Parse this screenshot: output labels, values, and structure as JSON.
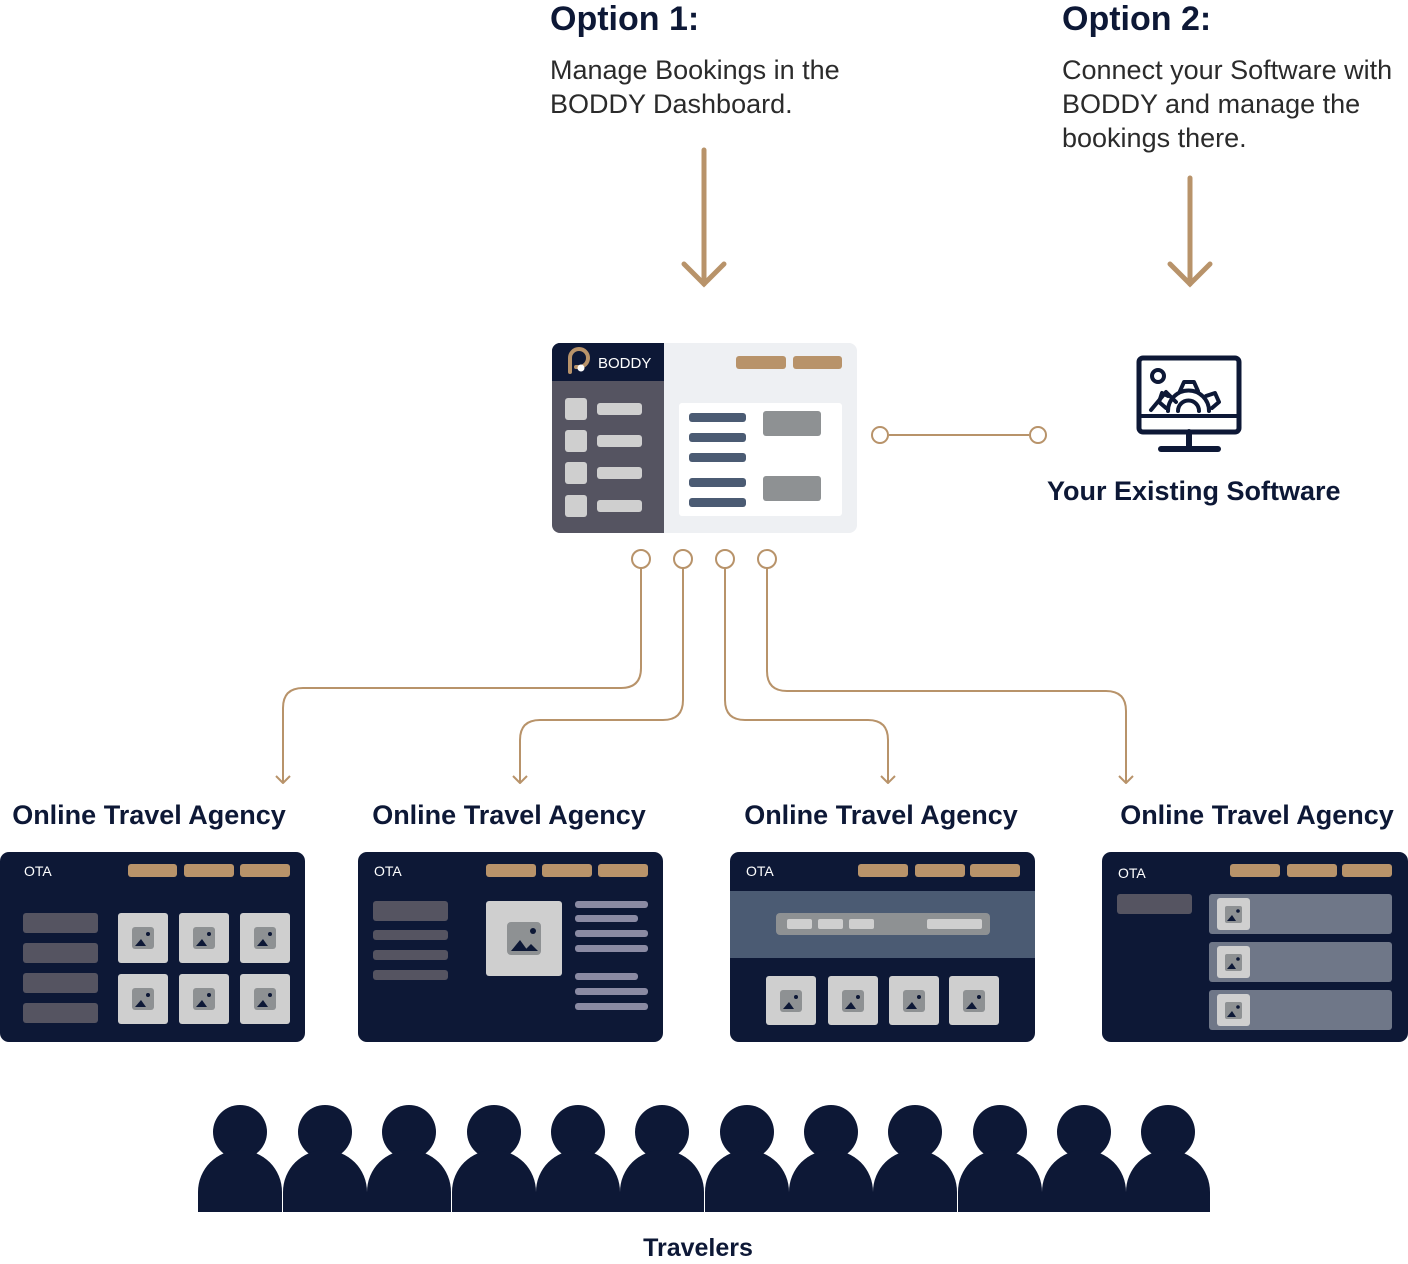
{
  "option1": {
    "title": "Option 1:",
    "text": "Manage Bookings in the BODDY Dashboard."
  },
  "option2": {
    "title": "Option 2:",
    "text": "Connect your Software with BODDY and manage the bookings there."
  },
  "dashboard": {
    "brand": "BODDY"
  },
  "existing_software": {
    "label": "Your Existing Software",
    "icon": "monitor-gear-icon"
  },
  "otas": [
    {
      "label": "Online Travel Agency",
      "tag": "OTA"
    },
    {
      "label": "Online Travel Agency",
      "tag": "OTA"
    },
    {
      "label": "Online Travel Agency",
      "tag": "OTA"
    },
    {
      "label": "Online Travel Agency",
      "tag": "OTA"
    }
  ],
  "travelers": {
    "label": "Travelers",
    "count": 12
  },
  "colors": {
    "navy": "#0d1836",
    "gold": "#b8936a",
    "gray": "#555461",
    "light": "#eef0f3"
  }
}
